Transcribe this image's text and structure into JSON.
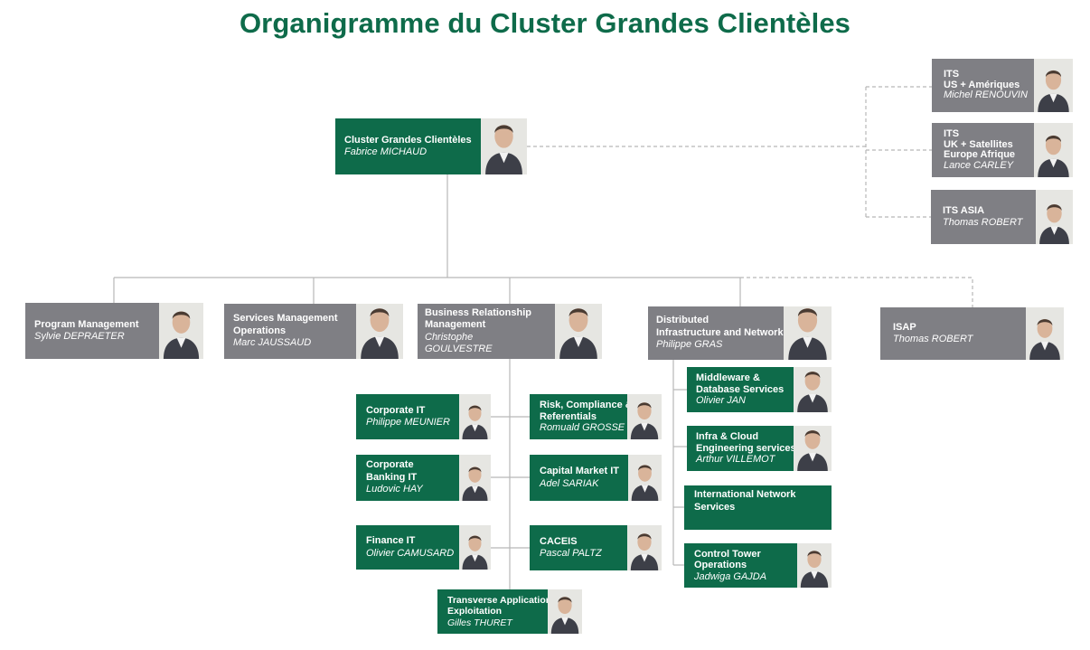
{
  "title": "Organigramme du Cluster Grandes Clientèles",
  "colors": {
    "green": "#0e6b4a",
    "grey": "#7f7f84",
    "line": "#b8b8b8"
  },
  "head": {
    "role": "Cluster Grandes Clientèles",
    "name": "Fabrice MICHAUD"
  },
  "regions": [
    {
      "role_lines": [
        "ITS",
        "US + Amériques"
      ],
      "name": "Michel RENOUVIN"
    },
    {
      "role_lines": [
        "ITS",
        "UK + Satellites",
        "Europe Afrique"
      ],
      "name": "Lance CARLEY"
    },
    {
      "role_lines": [
        "ITS ASIA"
      ],
      "name": "Thomas ROBERT"
    }
  ],
  "departments": [
    {
      "role_lines": [
        "Program Management"
      ],
      "name_lines": [
        "Sylvie DEPRAETER"
      ]
    },
    {
      "role_lines": [
        "Services Management",
        "Operations"
      ],
      "name_lines": [
        "Marc JAUSSAUD"
      ]
    },
    {
      "role_lines": [
        "Business Relationship",
        "Management"
      ],
      "name_lines": [
        "Christophe",
        "GOULVESTRE"
      ]
    },
    {
      "role_lines": [
        "Distributed",
        "Infrastructure and Network"
      ],
      "name_lines": [
        "Philippe GRAS"
      ]
    },
    {
      "role_lines": [
        "ISAP"
      ],
      "name_lines": [
        "Thomas ROBERT"
      ]
    }
  ],
  "brm_teams": [
    {
      "role_lines": [
        "Corporate IT"
      ],
      "name": "Philippe MEUNIER"
    },
    {
      "role_lines": [
        "Risk, Compliance &",
        "Referentials"
      ],
      "name": "Romuald GROSSE"
    },
    {
      "role_lines": [
        "Corporate",
        "Banking  IT"
      ],
      "name": "Ludovic HAY"
    },
    {
      "role_lines": [
        "Capital Market IT"
      ],
      "name": "Adel SARIAK"
    },
    {
      "role_lines": [
        "Finance IT"
      ],
      "name": "Olivier CAMUSARD"
    },
    {
      "role_lines": [
        "CACEIS"
      ],
      "name": "Pascal PALTZ"
    },
    {
      "role_lines": [
        "Transverse Applications",
        "Exploitation"
      ],
      "name": "Gilles THURET"
    }
  ],
  "dis_teams": [
    {
      "role_lines": [
        "Middleware &",
        "Database Services"
      ],
      "name": "Olivier JAN"
    },
    {
      "role_lines": [
        "Infra & Cloud",
        "Engineering services"
      ],
      "name": "Arthur VILLEMOT"
    },
    {
      "role_lines": [
        "International Network",
        "Services"
      ],
      "name": ""
    },
    {
      "role_lines": [
        "Control Tower",
        "Operations"
      ],
      "name": "Jadwiga GAJDA"
    }
  ]
}
